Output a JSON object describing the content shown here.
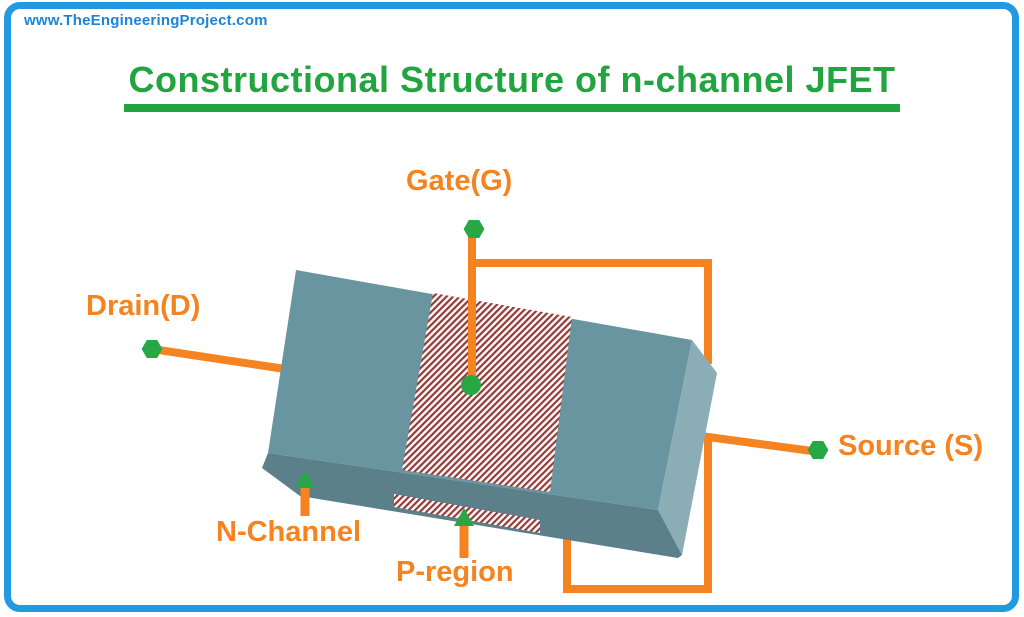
{
  "page": {
    "watermark": "www.TheEngineeringProject.com",
    "title": "Constructional Structure of n-channel JFET"
  },
  "labels": {
    "gate": "Gate(G)",
    "drain": "Drain(D)",
    "source": "Source (S)",
    "n_channel": "N-Channel",
    "p_region": "P-region"
  },
  "colors": {
    "border_blue": "#229ae2",
    "watermark_blue": "#1b84d8",
    "title_green": "#22a440",
    "wire_orange": "#f5831f",
    "terminal_green": "#28a745",
    "box_top_face": "#68959f",
    "box_front_face": "#5c808a",
    "box_right_face": "#8badb5",
    "hatch_maroon": "#8e3a3a",
    "hatch_background": "#fdf4f1"
  }
}
